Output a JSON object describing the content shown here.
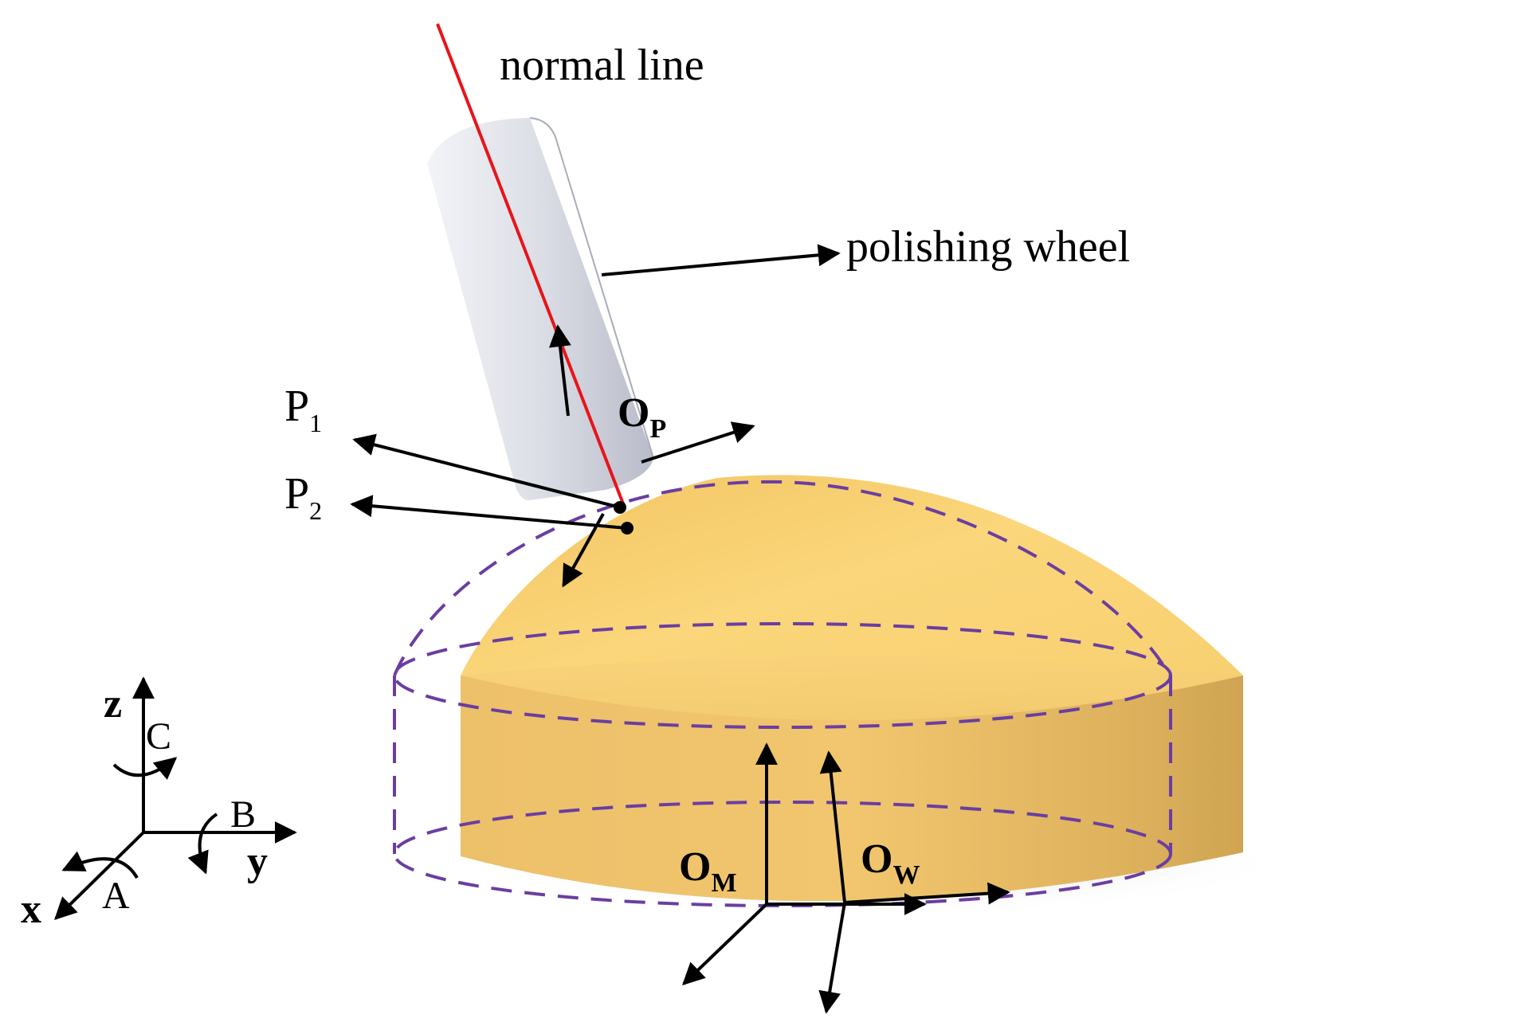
{
  "labels": {
    "normal_line": "normal line",
    "polishing_wheel": "polishing wheel",
    "p1": {
      "base": "P",
      "sub": "1"
    },
    "p2": {
      "base": "P",
      "sub": "2"
    },
    "op": {
      "base": "O",
      "sub": "P"
    },
    "om": {
      "base": "O",
      "sub": "M"
    },
    "ow": {
      "base": "O",
      "sub": "W"
    }
  },
  "axes": {
    "x": "x",
    "y": "y",
    "z": "z",
    "rot_a": "A",
    "rot_b": "B",
    "rot_c": "C"
  },
  "colors": {
    "normal_line": "#e8141b",
    "workpiece": "#f4c766",
    "workpiece_dark": "#e2b24e",
    "dashed_outline": "#6a3ea1",
    "wheel": "#d7d9e2",
    "arrows": "#000000"
  }
}
